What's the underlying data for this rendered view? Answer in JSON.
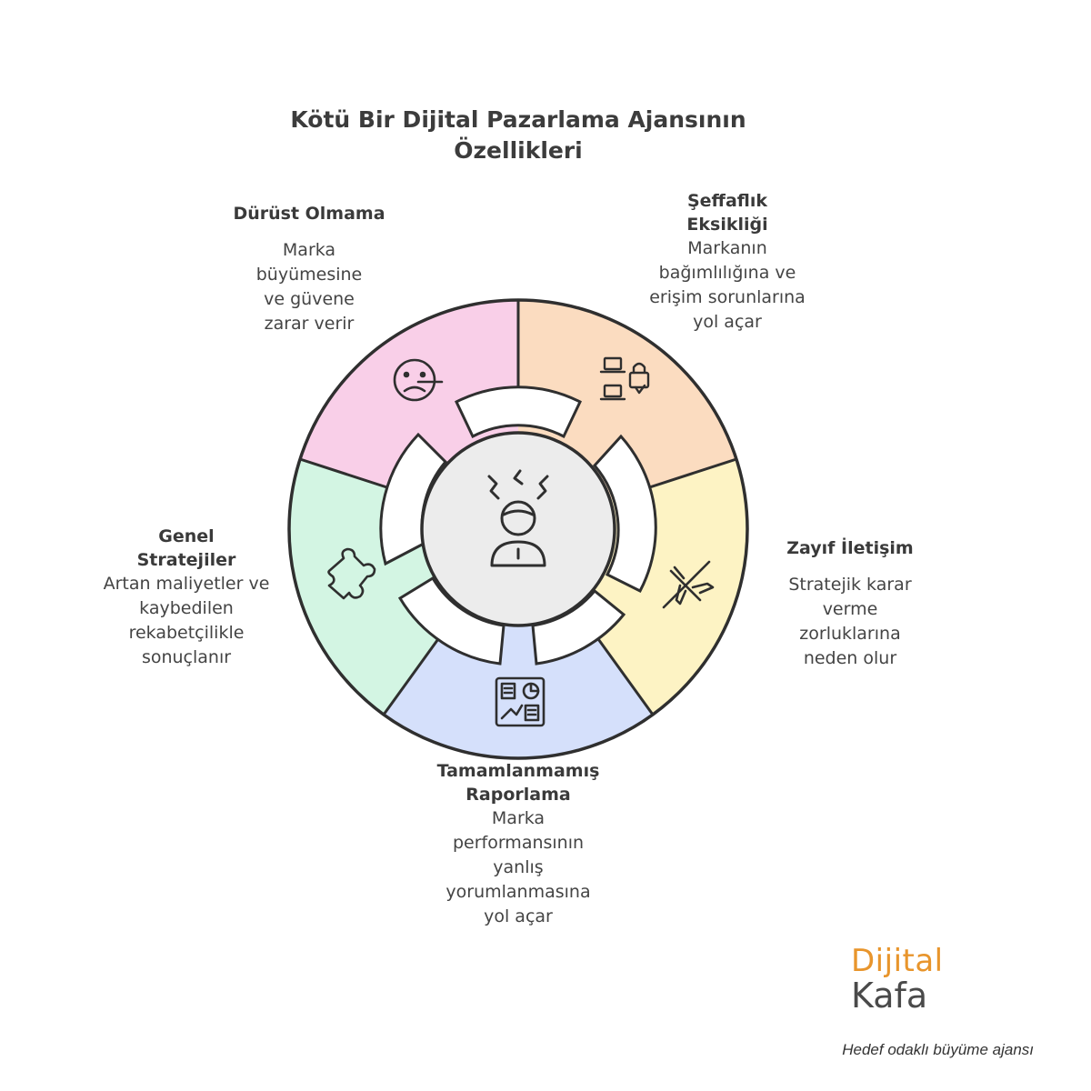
{
  "title": "Kötü Bir Dijital Pazarlama Ajansının Özellikleri",
  "segments": [
    {
      "id": "durust",
      "heading": "Dürüst Olmama",
      "body": "Marka büyümesine ve güvene zarar verir",
      "color": "#f9cfe8",
      "icon": "sad-face-icon"
    },
    {
      "id": "seffaflik",
      "heading": "Şeffaflık Eksikliği",
      "body": "Markanın bağımlılığına ve erişim sorunlarına yol açar",
      "color": "#fbdcc0",
      "icon": "locked-devices-icon"
    },
    {
      "id": "iletisim",
      "heading": "Zayıf İletişim",
      "body": "Stratejik karar verme zorluklarına neden olur",
      "color": "#fdf3c4",
      "icon": "no-flight-icon"
    },
    {
      "id": "raporlama",
      "heading": "Tamamlanmamış Raporlama",
      "body": "Marka performansının yanlış yorumlanmasına yol açar",
      "color": "#d5e0fb",
      "icon": "dashboard-report-icon"
    },
    {
      "id": "genel",
      "heading": "Genel Stratejiler",
      "body": "Artan maliyetler ve kaybedilen rekabetçilikle sonuçlanır",
      "color": "#d3f5e3",
      "icon": "puzzle-piece-icon"
    }
  ],
  "center": {
    "icon": "frustrated-person-icon",
    "color": "#ececec"
  },
  "logo": {
    "line1": "Dijital",
    "line2": "Kafa"
  },
  "tagline": "Hedef odaklı büyüme ajansı"
}
